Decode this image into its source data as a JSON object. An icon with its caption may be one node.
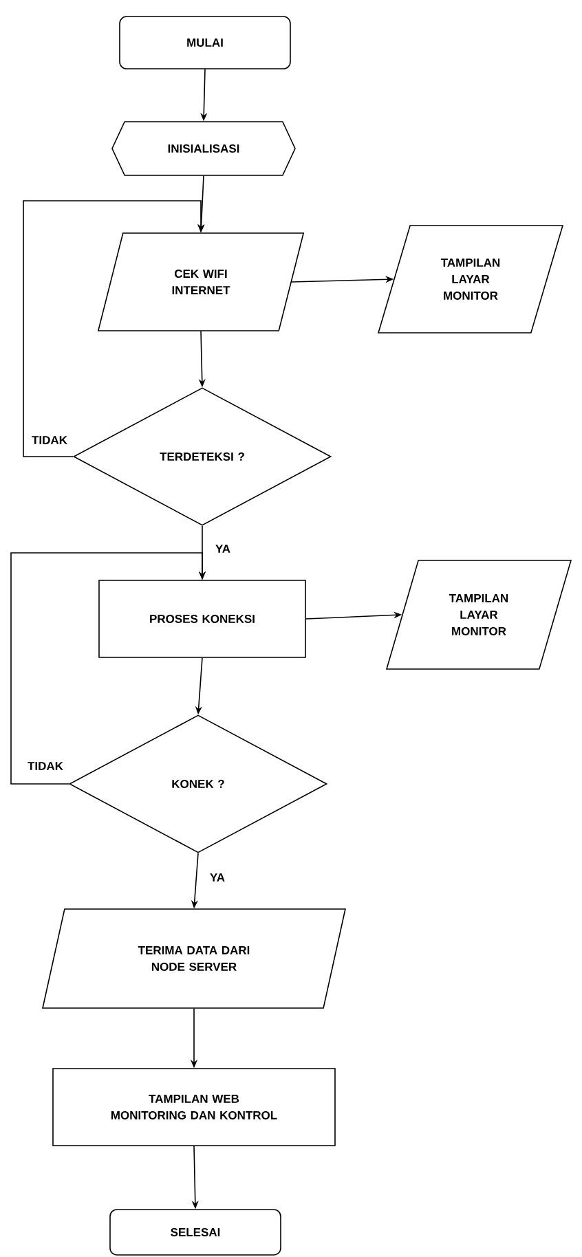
{
  "diagram": {
    "nodes": [
      {
        "text": [
          "MULAI"
        ]
      },
      {
        "text": [
          "INISIALISASI"
        ]
      },
      {
        "text": [
          "CEK WIFI INTERNET"
        ]
      },
      {
        "text": [
          "TAMPILAN LAYAR MONITOR"
        ]
      },
      {
        "text": [
          "TERDETEKSI ?"
        ]
      },
      {
        "text": [
          "PROSES KONEKSI"
        ]
      },
      {
        "text": [
          "TAMPILAN LAYAR MONITOR"
        ]
      },
      {
        "text": [
          "KONEK ?"
        ]
      },
      {
        "text": [
          "TERIMA DATA DARI NODE SERVER"
        ]
      },
      {
        "text": [
          "TAMPILAN WEB MONITORING DAN KONTROL"
        ]
      },
      {
        "text": [
          "SELESAI"
        ]
      }
    ],
    "edges": [
      {
        "from": 0,
        "to": 1,
        "arrow": "to"
      },
      {
        "from": 1,
        "to": 2,
        "arrow": "to"
      },
      {
        "from": 2,
        "to": 3,
        "arrow": "to"
      },
      {
        "from": 2,
        "to": 4,
        "arrow": "to"
      },
      {
        "from": 4,
        "to": 2,
        "arrow": "to",
        "label": "TIDAK"
      },
      {
        "from": 4,
        "to": 5,
        "arrow": "to",
        "label": "YA"
      },
      {
        "from": 5,
        "to": 6,
        "arrow": "to"
      },
      {
        "from": 5,
        "to": 7,
        "arrow": "to"
      },
      {
        "from": 7,
        "to": 5,
        "arrow": "to",
        "label": "TIDAK"
      },
      {
        "from": 7,
        "to": 8,
        "arrow": "to",
        "label": "YA"
      },
      {
        "from": 8,
        "to": 9,
        "arrow": "to"
      },
      {
        "from": 9,
        "to": 10,
        "arrow": "to"
      }
    ]
  }
}
